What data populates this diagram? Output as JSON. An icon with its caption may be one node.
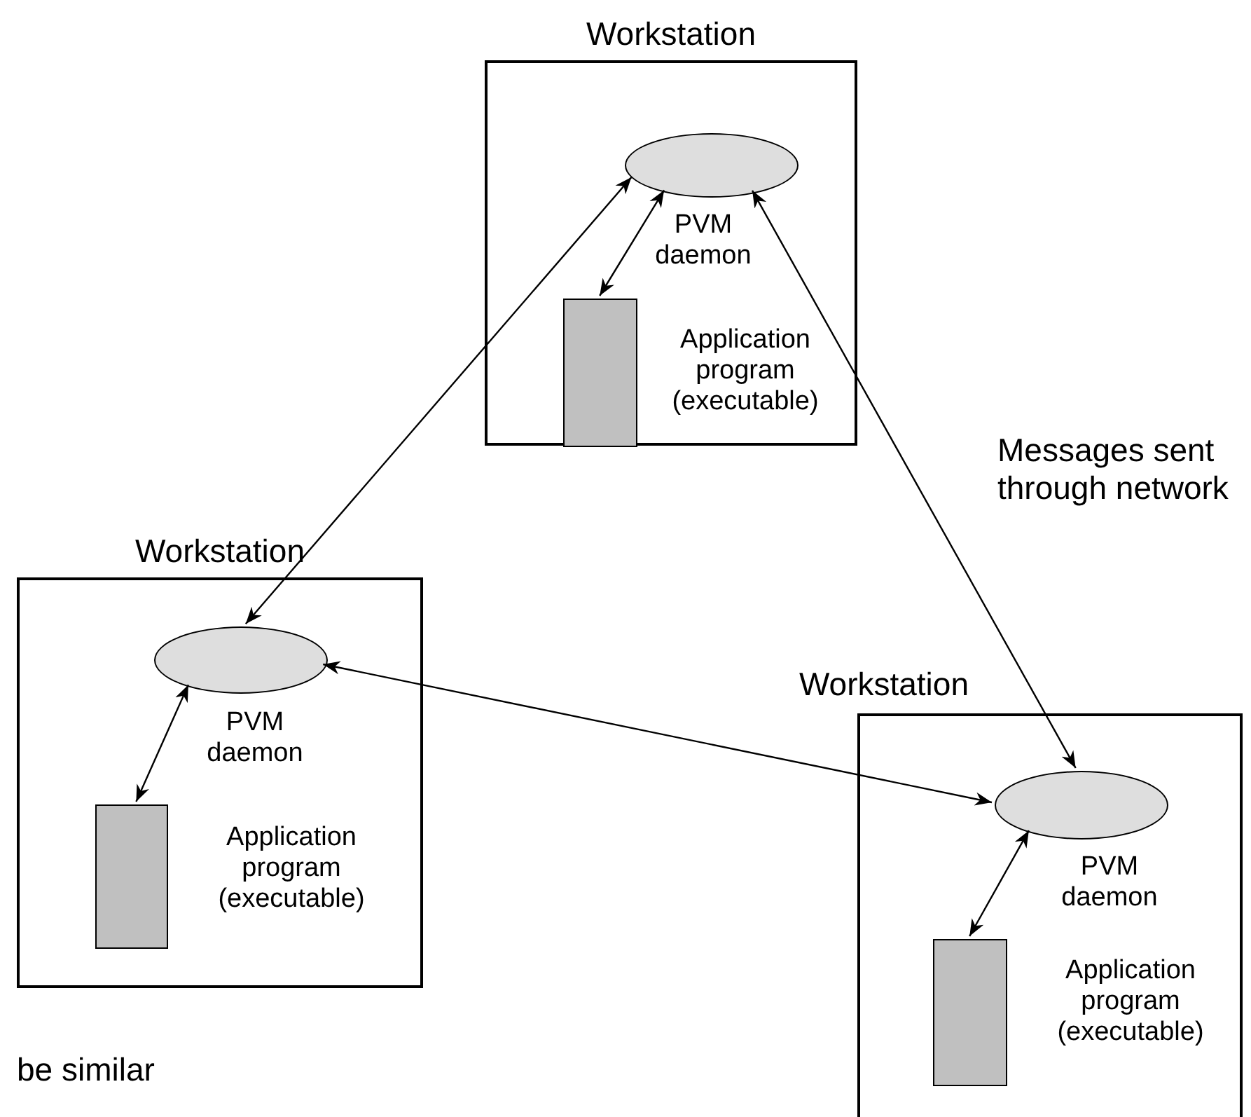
{
  "diagram": {
    "nodes": [
      {
        "text": [
          "Workstation"
        ]
      },
      {
        "text": [],
        "shape": "ellipse",
        "in": 0,
        "beside": [
          "PVM daemon"
        ]
      },
      {
        "text": [],
        "shape": "box",
        "in": 0,
        "beside": [
          "Application program (executable)"
        ]
      },
      {
        "text": [
          "Workstation"
        ]
      },
      {
        "text": [],
        "shape": "ellipse",
        "in": 3,
        "beside": [
          "PVM daemon"
        ]
      },
      {
        "text": [],
        "shape": "box",
        "in": 3,
        "beside": [
          "Application program (executable)"
        ]
      },
      {
        "text": [
          "Workstation"
        ]
      },
      {
        "text": [],
        "shape": "ellipse",
        "in": 6,
        "beside": [
          "PVM daemon"
        ]
      },
      {
        "text": [],
        "shape": "box",
        "in": 6,
        "beside": [
          "Application program (executable)"
        ]
      }
    ],
    "edges": [
      {
        "from": 1,
        "to": 2,
        "arrow": "both"
      },
      {
        "from": 1,
        "to": 4,
        "arrow": "both"
      },
      {
        "from": 1,
        "to": 7,
        "arrow": "both"
      },
      {
        "from": 4,
        "to": 7,
        "arrow": "both"
      },
      {
        "from": 4,
        "to": 5,
        "arrow": "both"
      },
      {
        "from": 7,
        "to": 8,
        "arrow": "both"
      }
    ],
    "labels": [
      "Messages sent through network",
      "be similar"
    ]
  }
}
